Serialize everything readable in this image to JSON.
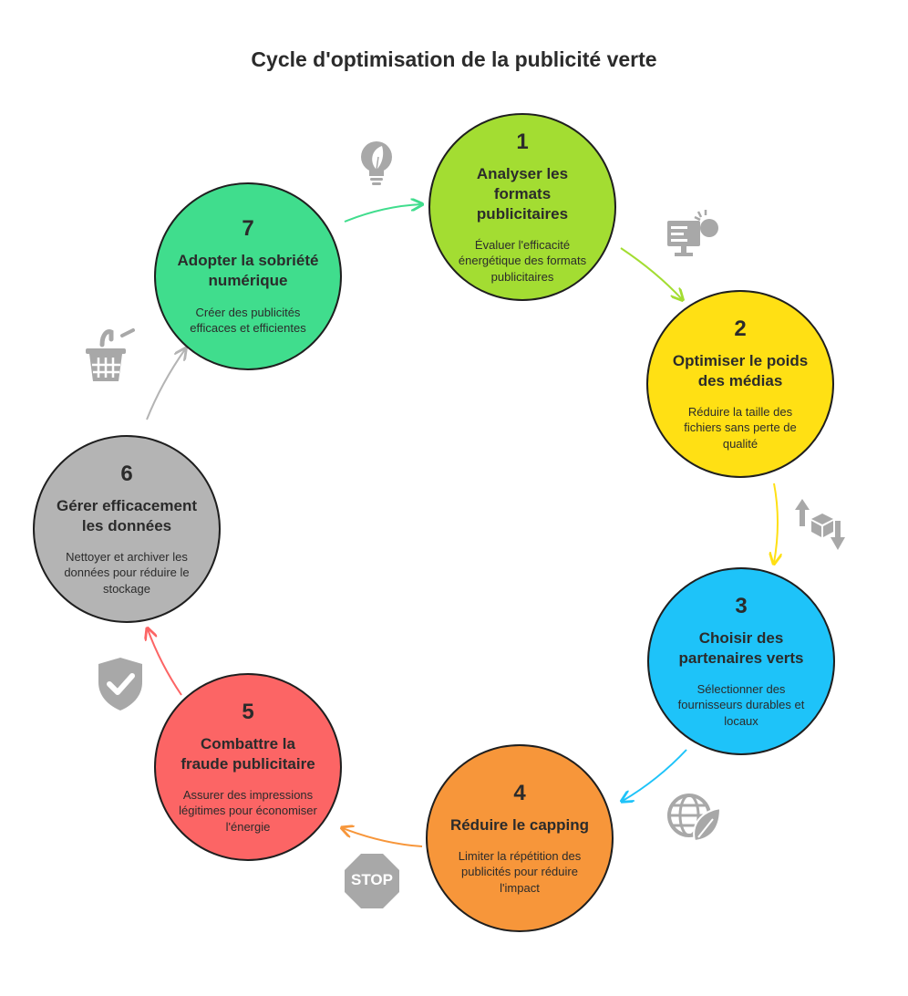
{
  "title": "Cycle d'optimisation de la publicité verte",
  "steps": [
    {
      "number": "1",
      "title": "Analyser les formats publicitaires",
      "description": "Évaluer l'efficacité énergétique des formats publicitaires",
      "color": "#a3dd32",
      "icon": "lightbulb-leaf-icon"
    },
    {
      "number": "2",
      "title": "Optimiser le poids des médias",
      "description": "Réduire la taille des fichiers sans perte de qualité",
      "color": "#ffe014",
      "icon": "computer-report-icon"
    },
    {
      "number": "3",
      "title": "Choisir des partenaires verts",
      "description": "Sélectionner des fournisseurs durables et locaux",
      "color": "#1ec3f9",
      "icon": "box-arrows-icon"
    },
    {
      "number": "4",
      "title": "Réduire le capping",
      "description": "Limiter la répétition des publicités pour réduire l'impact",
      "color": "#f7963a",
      "icon": "globe-leaf-icon"
    },
    {
      "number": "5",
      "title": "Combattre la fraude publicitaire",
      "description": "Assurer des impressions légitimes pour économiser l'énergie",
      "color": "#fc6565",
      "icon": "stop-sign-icon"
    },
    {
      "number": "6",
      "title": "Gérer efficacement les données",
      "description": "Nettoyer et archiver les données pour réduire le stockage",
      "color": "#b4b4b4",
      "icon": "shield-check-icon"
    },
    {
      "number": "7",
      "title": "Adopter la sobriété numérique",
      "description": "Créer des publicités efficaces et efficientes",
      "color": "#40dd8d",
      "icon": "trash-basket-icon"
    }
  ],
  "icons": {
    "stop_label": "STOP"
  }
}
